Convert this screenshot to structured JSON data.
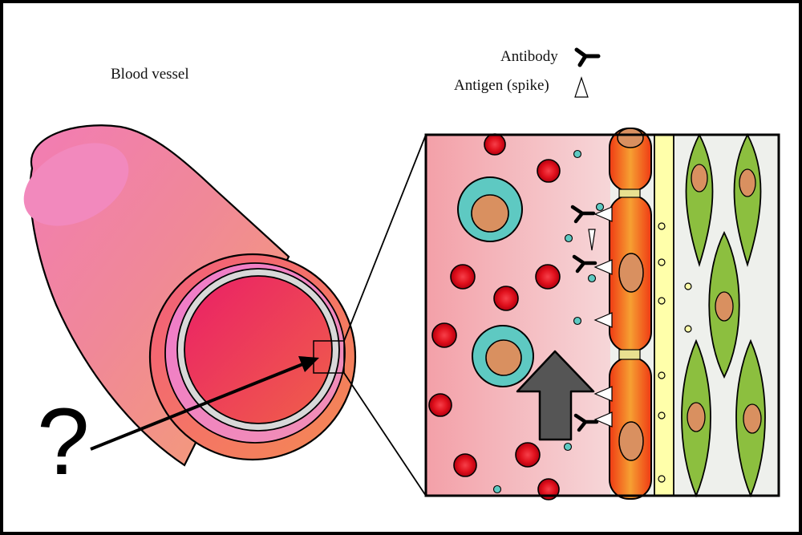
{
  "labels": {
    "title": "Blood vessel",
    "antibody": "Antibody",
    "antigen": "Antigen (spike)",
    "question": "?"
  },
  "icons": [
    "antibody-icon",
    "antigen-spike-icon",
    "up-arrow-icon",
    "pointer-arrow-icon"
  ],
  "colors": {
    "vessel_outer": "#f07a8c",
    "vessel_pink": "#ef86c8",
    "lumen": "#e8285a",
    "red_blood_cell": "#e8121e",
    "white_blood_cell": "#5ec9c2",
    "nucleus": "#d99060",
    "endothelial": "#f05a20",
    "basement_membrane": "#ffffaa",
    "smooth_muscle": "#8cbf3f",
    "big_arrow": "#555555"
  }
}
